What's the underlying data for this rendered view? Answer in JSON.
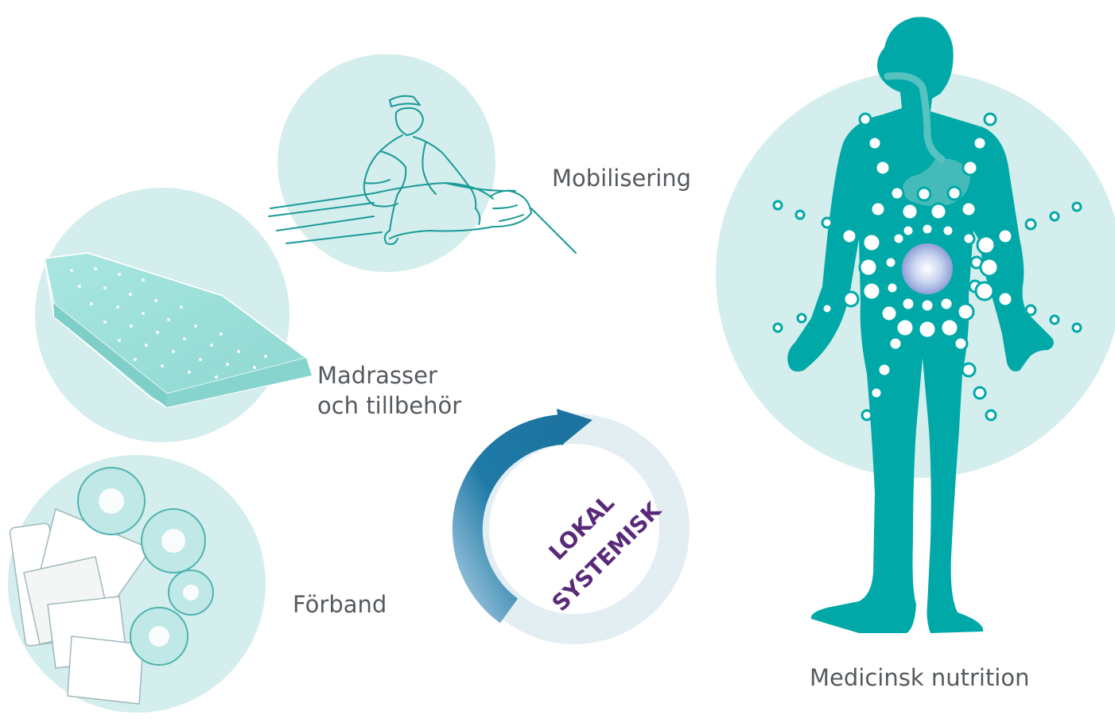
{
  "labels": {
    "mobilisering": "Mobilisering",
    "madrasser_line1": "Madrasser",
    "madrasser_line2": "och tillbehör",
    "forband": "Förband",
    "medicinsk_nutrition": "Medicinsk nutrition"
  },
  "cycle": {
    "lokal": "LOKAL",
    "systemisk": "SYSTEMISK"
  },
  "colors": {
    "circle_bg": "#d3eeec",
    "teal": "#00a9a8",
    "line_teal": "#1a9a98",
    "arrow_dark": "#1f7aa6",
    "arrow_light": "#e6eff4",
    "text_purple": "#5a2a7a",
    "label_gray": "#555a5f"
  }
}
